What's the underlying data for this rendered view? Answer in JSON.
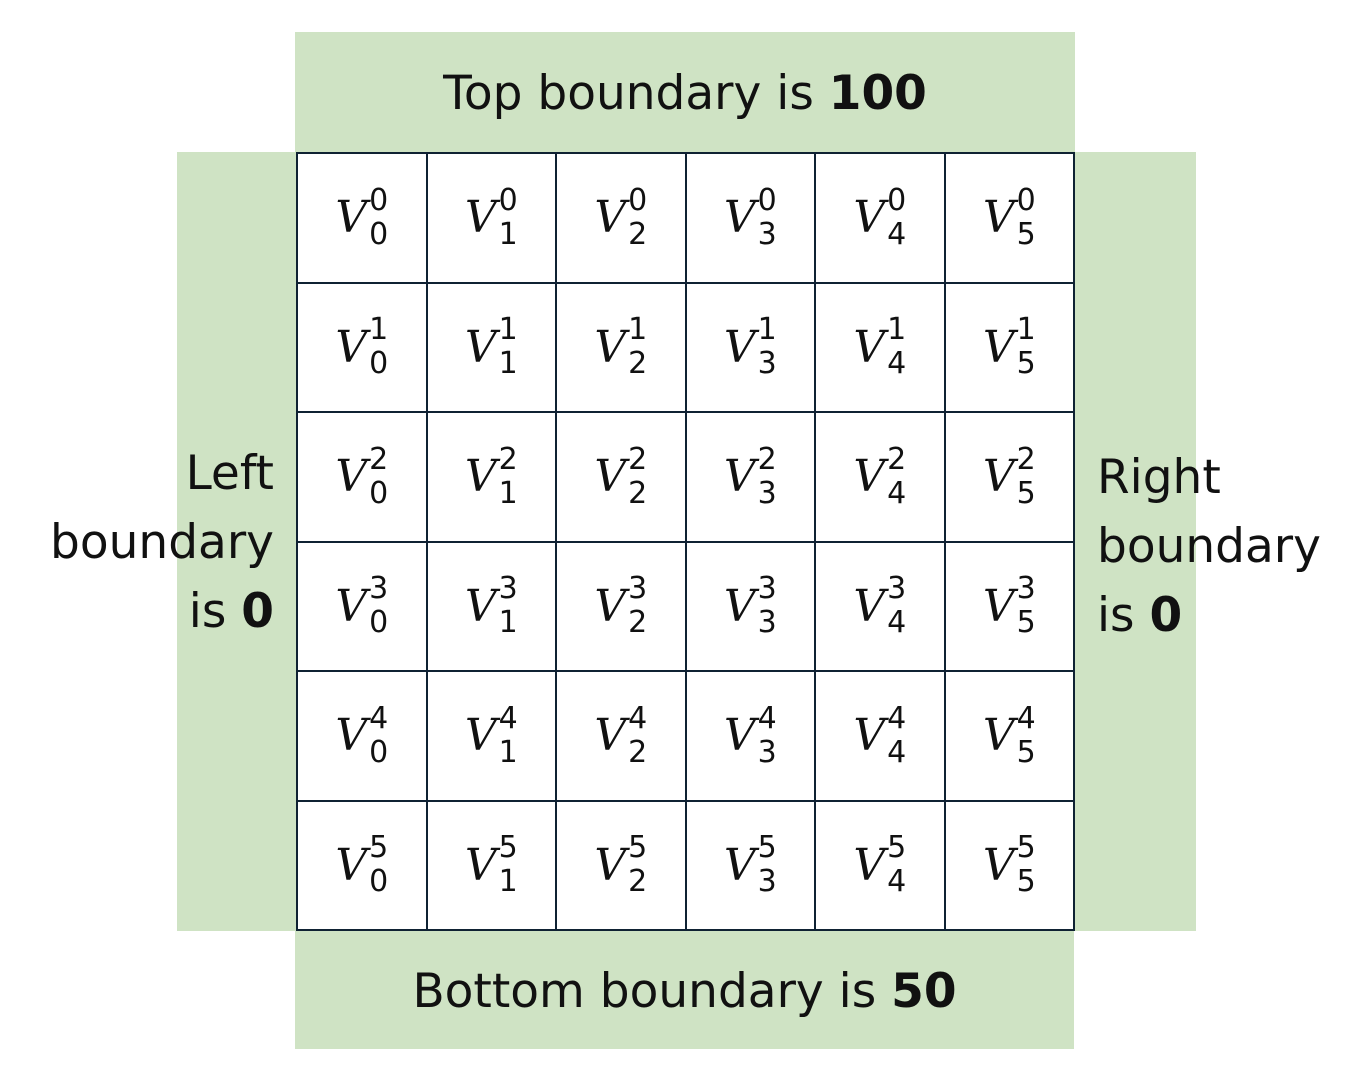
{
  "colors": {
    "band": "#cfe3c4",
    "grid_line": "#0f2233"
  },
  "top": {
    "text": "Top boundary is ",
    "value": "100"
  },
  "bottom": {
    "text": "Bottom boundary is ",
    "value": "50"
  },
  "left": {
    "line1": "Left",
    "line2": "boundary",
    "line3": "is ",
    "value": "0"
  },
  "right": {
    "line1": "Right",
    "line2": "boundary",
    "line3": "is ",
    "value": "0"
  },
  "grid": {
    "symbol": "V",
    "rows": [
      "0",
      "1",
      "2",
      "3",
      "4",
      "5"
    ],
    "cols": [
      "0",
      "1",
      "2",
      "3",
      "4",
      "5"
    ]
  }
}
